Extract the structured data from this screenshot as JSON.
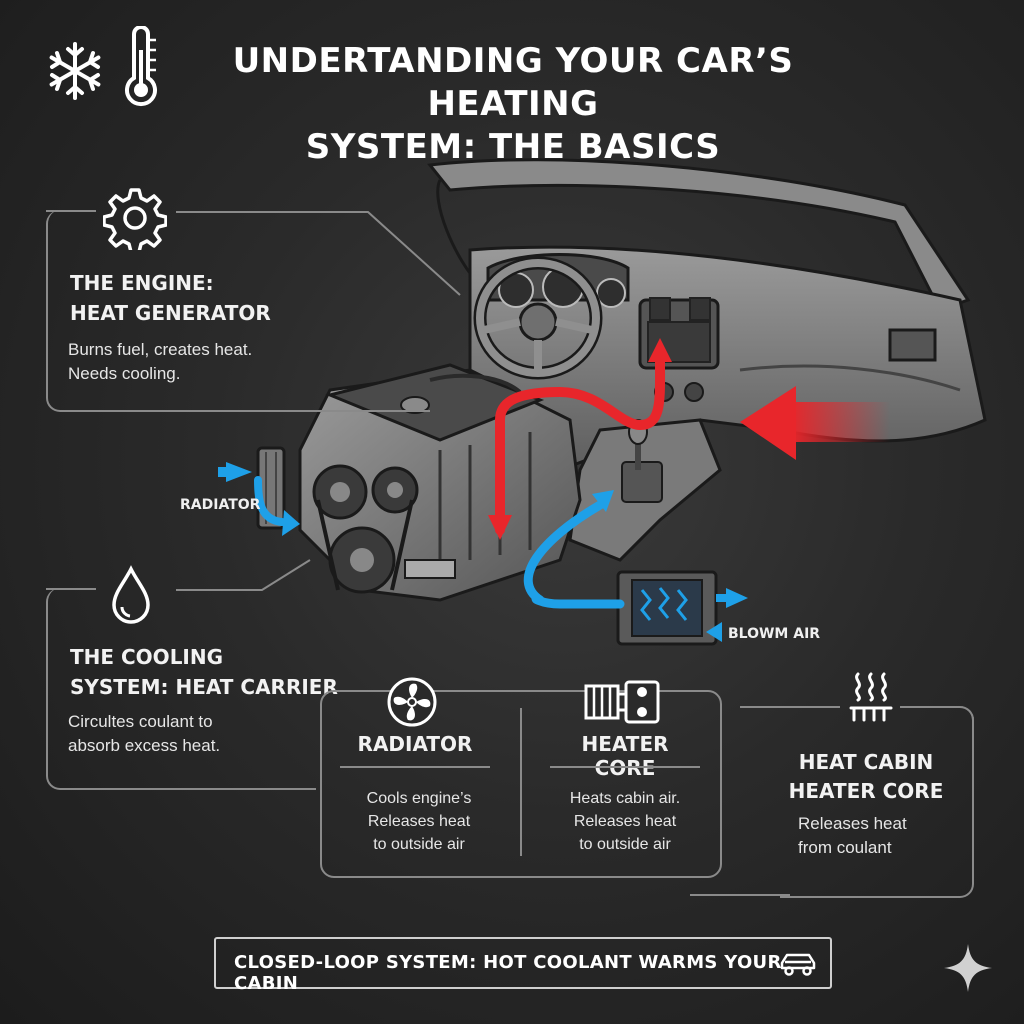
{
  "title_lines": [
    "UNDERTANDING YOUR CAR’S HEATING",
    "SYSTEM: THE BASICS"
  ],
  "icons": {
    "header": [
      "snowflake-icon",
      "thermometer-icon"
    ],
    "engine": "gear-icon",
    "cooling": "water-drop-icon",
    "radiator": "fan-icon",
    "heater_core": "heater-core-icon",
    "heat_cabin": "heat-waves-icon",
    "footer": "car-icon",
    "corner": "sparkle-icon"
  },
  "engine_panel": {
    "heading_lines": [
      "THE ENGINE:",
      "HEAT GENERATOR"
    ],
    "desc_lines": [
      "Burns fuel, creates heat.",
      "Needs cooling."
    ]
  },
  "cooling_panel": {
    "heading_lines": [
      "THE COOLING",
      "SYSTEM: HEAT CARRIER"
    ],
    "desc_lines": [
      "Circultes coulant to",
      "absorb excess heat."
    ]
  },
  "diagram_labels": {
    "radiator": "RADIATOR",
    "blown_air": "BLOWM AIR"
  },
  "cards": {
    "radiator": {
      "heading": "RADIATOR",
      "desc_lines": [
        "Cools engine’s",
        "Releases heat",
        "to outside air"
      ]
    },
    "heater_core": {
      "heading": "HEATER CORE",
      "desc_lines": [
        "Heats cabin air.",
        "Releases heat",
        "to outside air"
      ]
    },
    "heat_cabin": {
      "heading_lines": [
        "HEAT CABIN",
        "HEATER CORE"
      ],
      "desc_lines": [
        "Releases heat",
        "from coulant"
      ]
    }
  },
  "footer": {
    "text": "CLOSED-LOOP SYSTEM: HOT COOLANT WARMS YOUR CABIN"
  },
  "colors": {
    "background": "#2a2a2a",
    "hot_flow": "#e8262b",
    "cold_flow": "#1ea0e8",
    "outline": "#8a8a8a",
    "text": "#ffffff"
  }
}
